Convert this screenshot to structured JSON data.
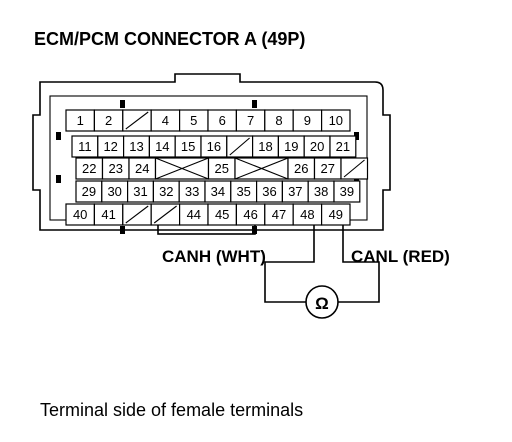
{
  "header": {
    "title": "ECM/PCM CONNECTOR A (49P)"
  },
  "connector": {
    "rows": [
      [
        {
          "type": "pin",
          "label": "1"
        },
        {
          "type": "pin",
          "label": "2"
        },
        {
          "type": "blank"
        },
        {
          "type": "pin",
          "label": "4"
        },
        {
          "type": "pin",
          "label": "5"
        },
        {
          "type": "pin",
          "label": "6"
        },
        {
          "type": "pin",
          "label": "7"
        },
        {
          "type": "pin",
          "label": "8"
        },
        {
          "type": "pin",
          "label": "9"
        },
        {
          "type": "pin",
          "label": "10"
        }
      ],
      [
        {
          "type": "pin",
          "label": "11"
        },
        {
          "type": "pin",
          "label": "12"
        },
        {
          "type": "pin",
          "label": "13"
        },
        {
          "type": "pin",
          "label": "14"
        },
        {
          "type": "pin",
          "label": "15"
        },
        {
          "type": "pin",
          "label": "16"
        },
        {
          "type": "blank"
        },
        {
          "type": "pin",
          "label": "18"
        },
        {
          "type": "pin",
          "label": "19"
        },
        {
          "type": "pin",
          "label": "20"
        },
        {
          "type": "pin",
          "label": "21"
        }
      ],
      [
        {
          "type": "pin",
          "label": "22"
        },
        {
          "type": "pin",
          "label": "23"
        },
        {
          "type": "pin",
          "label": "24"
        },
        {
          "type": "cross"
        },
        {
          "type": "pin",
          "label": "25"
        },
        {
          "type": "cross"
        },
        {
          "type": "pin",
          "label": "26"
        },
        {
          "type": "pin",
          "label": "27"
        },
        {
          "type": "blank"
        }
      ],
      [
        {
          "type": "pin",
          "label": "29"
        },
        {
          "type": "pin",
          "label": "30"
        },
        {
          "type": "pin",
          "label": "31"
        },
        {
          "type": "pin",
          "label": "32"
        },
        {
          "type": "pin",
          "label": "33"
        },
        {
          "type": "pin",
          "label": "34"
        },
        {
          "type": "pin",
          "label": "35"
        },
        {
          "type": "pin",
          "label": "36"
        },
        {
          "type": "pin",
          "label": "37"
        },
        {
          "type": "pin",
          "label": "38"
        },
        {
          "type": "pin",
          "label": "39"
        }
      ],
      [
        {
          "type": "pin",
          "label": "40"
        },
        {
          "type": "pin",
          "label": "41"
        },
        {
          "type": "blank"
        },
        {
          "type": "blank"
        },
        {
          "type": "pin",
          "label": "44"
        },
        {
          "type": "pin",
          "label": "45"
        },
        {
          "type": "pin",
          "label": "46"
        },
        {
          "type": "pin",
          "label": "47"
        },
        {
          "type": "pin",
          "label": "48"
        },
        {
          "type": "pin",
          "label": "49"
        }
      ]
    ]
  },
  "probes": {
    "canh_label": "CANH (WHT)",
    "canl_label": "CANL (RED)",
    "meter_symbol": "Ω"
  },
  "footer": {
    "caption": "Terminal side of female terminals"
  }
}
